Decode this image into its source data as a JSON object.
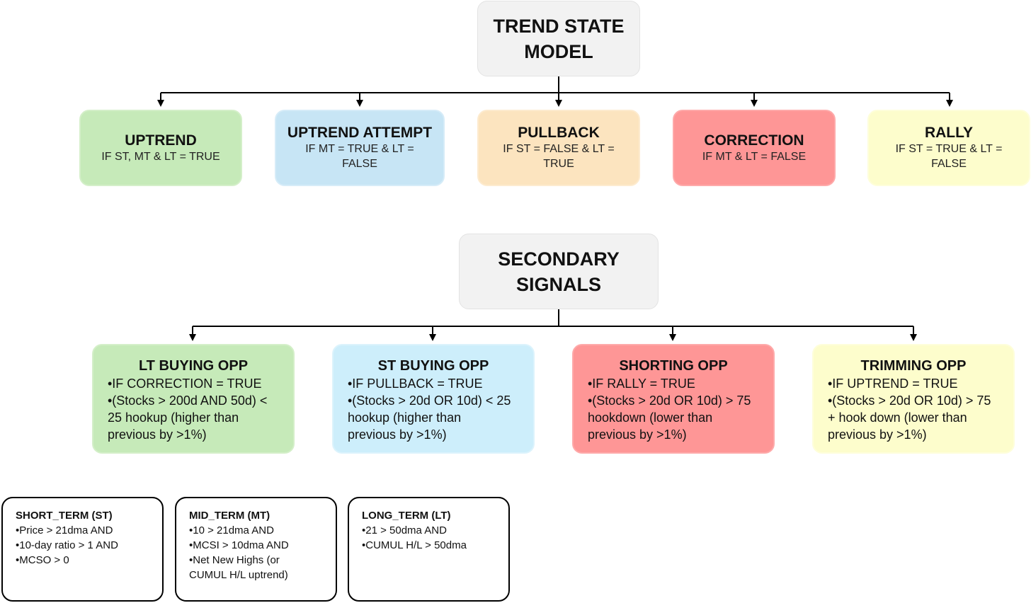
{
  "trend_model": {
    "title_line1": "TREND STATE",
    "title_line2": "MODEL",
    "states": [
      {
        "title": "UPTREND",
        "cond": [
          "IF ST, MT & LT = TRUE"
        ],
        "color": "#c6eab9"
      },
      {
        "title": "UPTREND ATTEMPT",
        "cond": [
          "IF MT = TRUE & LT =",
          "FALSE"
        ],
        "color": "#c7e5f5"
      },
      {
        "title": "PULLBACK",
        "cond": [
          "IF ST = FALSE & LT =",
          "TRUE"
        ],
        "color": "#fce4bf"
      },
      {
        "title": "CORRECTION",
        "cond": [
          "IF MT & LT = FALSE"
        ],
        "color": "#fe9696"
      },
      {
        "title": "RALLY",
        "cond": [
          "IF ST = TRUE & LT =",
          "FALSE"
        ],
        "color": "#fdfdcc"
      }
    ]
  },
  "secondary": {
    "title_line1": "SECONDARY",
    "title_line2": "SIGNALS",
    "signals": [
      {
        "title": "LT BUYING OPP",
        "lines": [
          "•IF CORRECTION = TRUE",
          "•(Stocks > 200d AND 50d) <",
          "25 hookup (higher than",
          "previous by >1%)"
        ],
        "color": "#c6eab9"
      },
      {
        "title": "ST BUYING OPP",
        "lines": [
          "•IF PULLBACK = TRUE",
          "•(Stocks > 20d OR 10d) < 25",
          "hookup (higher than",
          "previous by >1%)"
        ],
        "color": "#cdeefb"
      },
      {
        "title": "SHORTING OPP",
        "lines": [
          "•IF RALLY = TRUE",
          "•(Stocks > 20d OR 10d) > 75",
          "hookdown (lower than",
          "previous by >1%)"
        ],
        "color": "#fe9696"
      },
      {
        "title": "TRIMMING OPP",
        "lines": [
          "•IF UPTREND = TRUE",
          "•(Stocks > 20d OR 10d) > 75",
          "+ hook down (lower than",
          "previous by >1%)"
        ],
        "color": "#fdfdcc"
      }
    ]
  },
  "definitions": [
    {
      "title": "SHORT_TERM (ST)",
      "lines": [
        "•Price > 21dma AND",
        "•10-day ratio > 1 AND",
        "•MCSO > 0"
      ]
    },
    {
      "title": "MID_TERM (MT)",
      "lines": [
        "•10 > 21dma AND",
        "•MCSI > 10dma AND",
        "•Net New Highs (or",
        "CUMUL H/L uptrend)"
      ]
    },
    {
      "title": "LONG_TERM (LT)",
      "lines": [
        "•21 > 50dma AND",
        "•CUMUL H/L > 50dma"
      ]
    }
  ]
}
